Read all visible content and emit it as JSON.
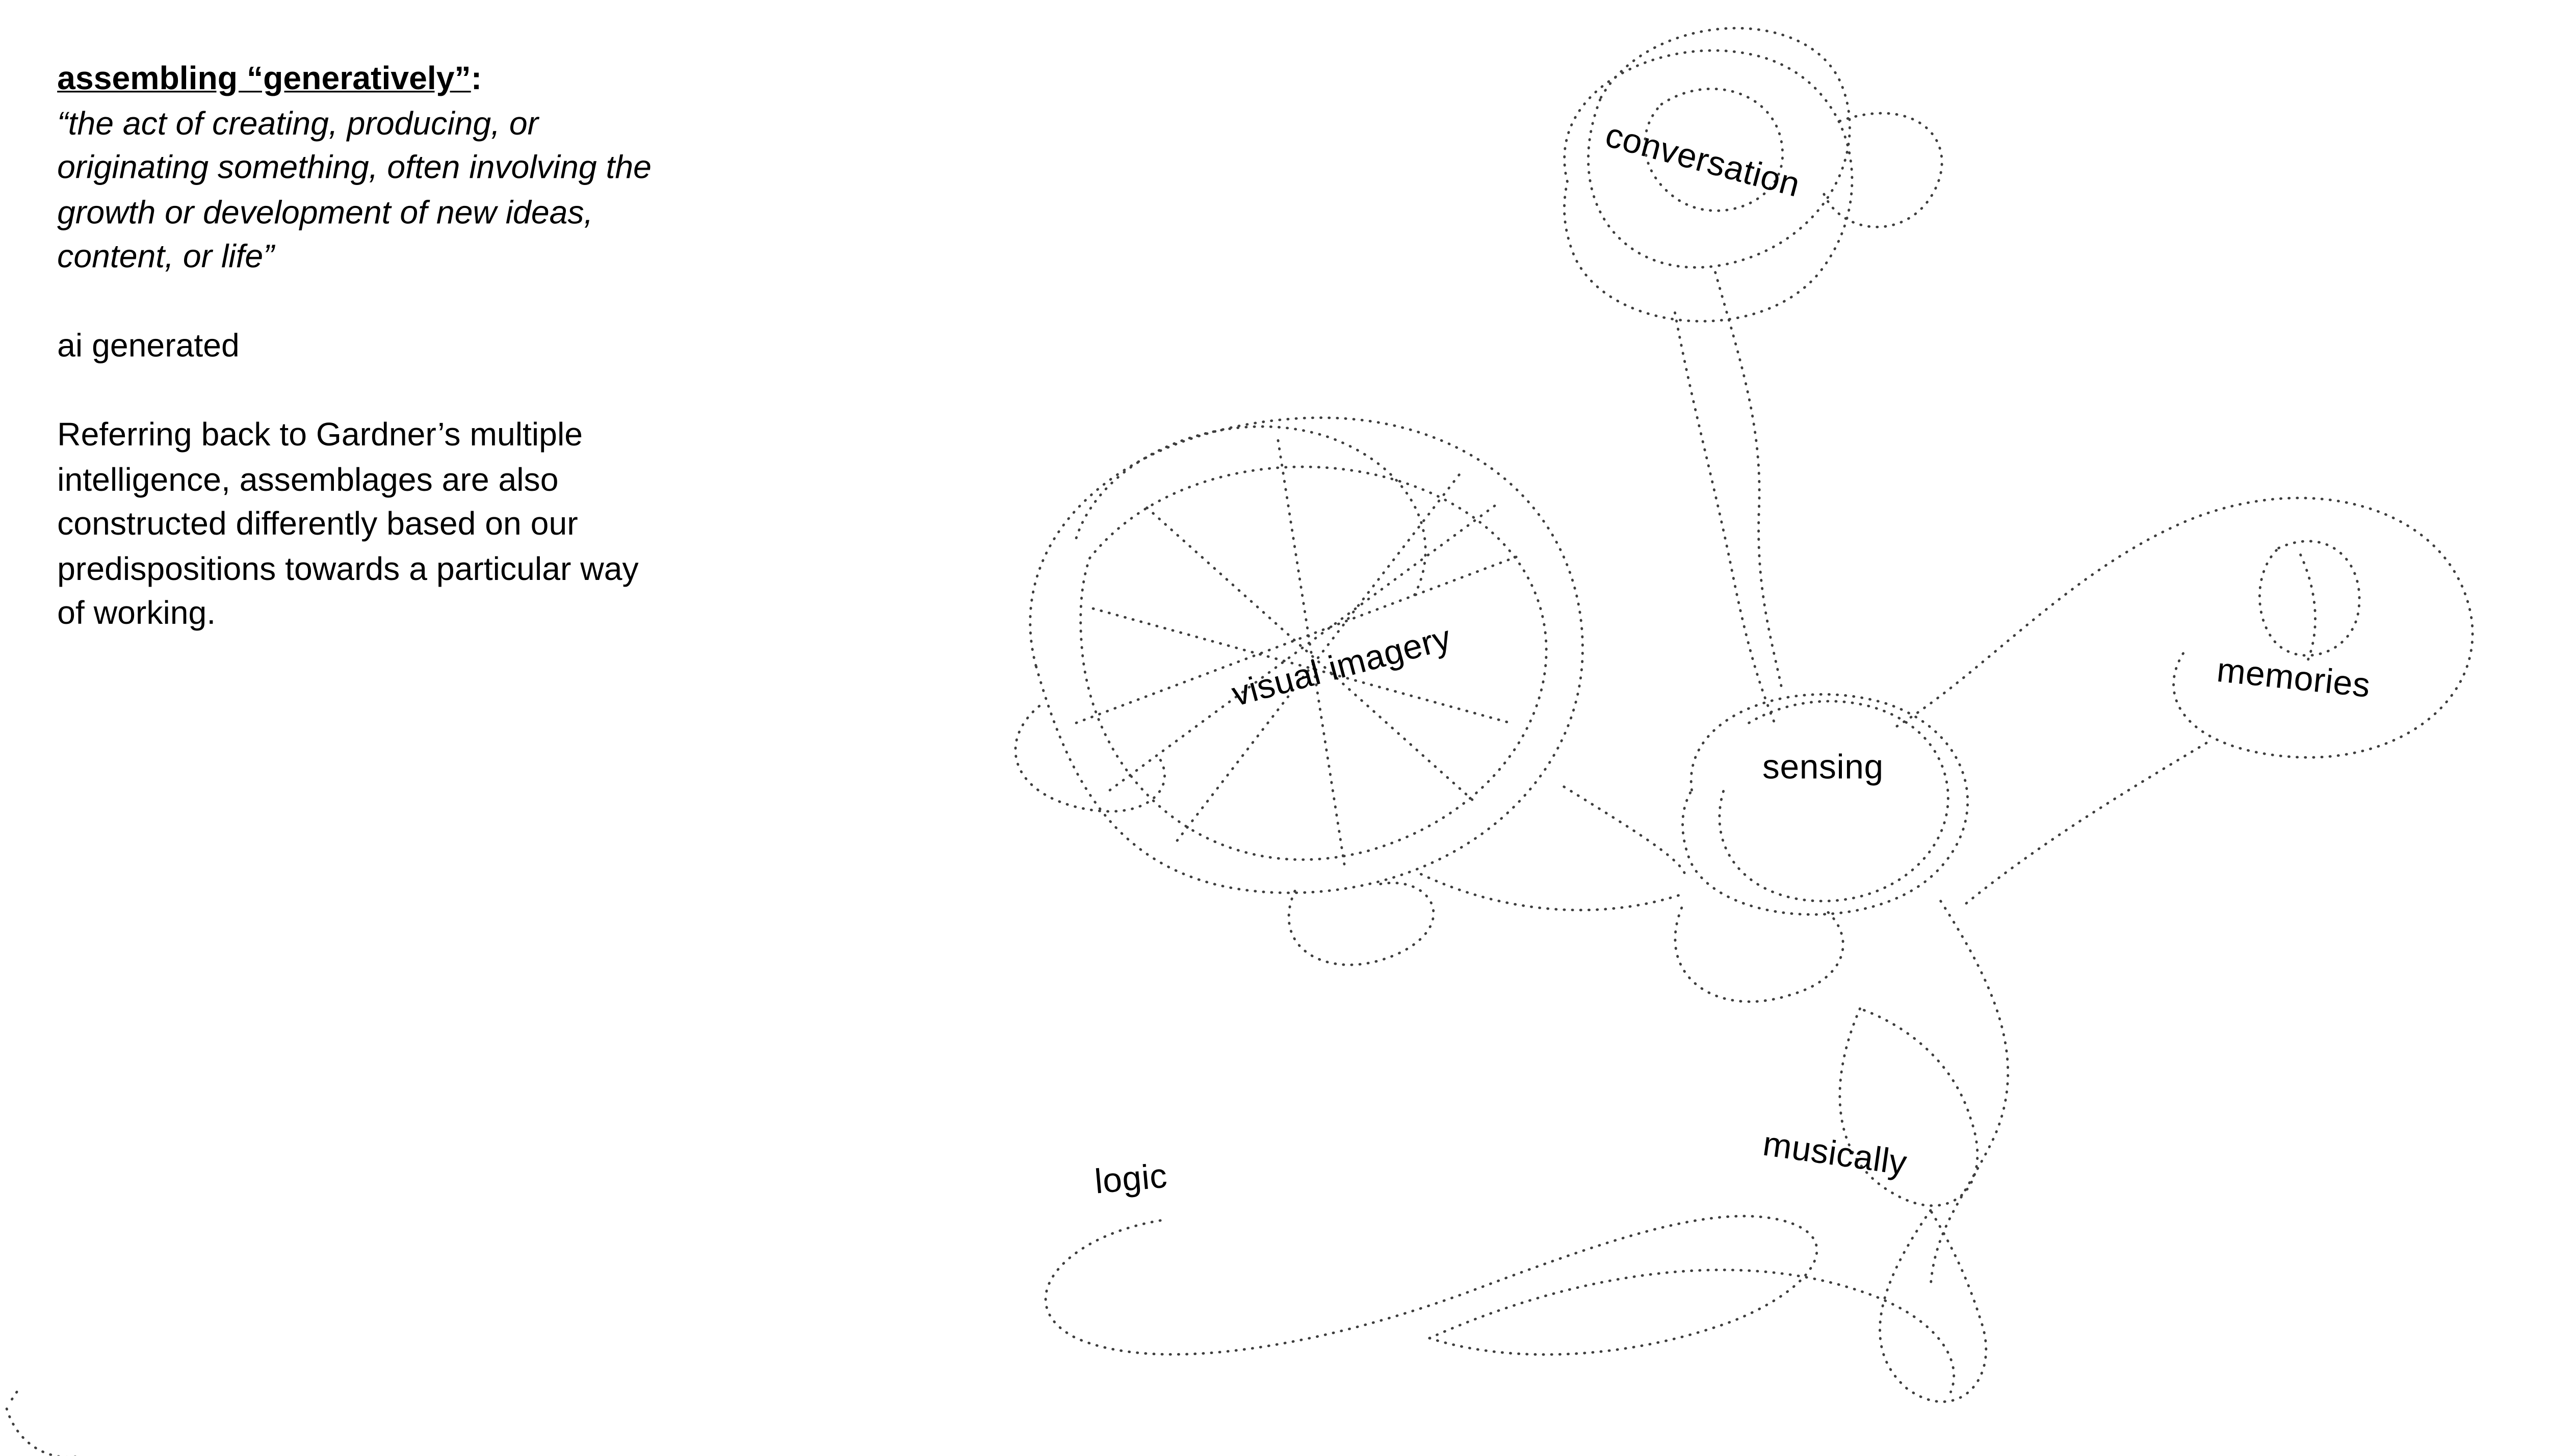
{
  "page": {
    "background": "#ffffff",
    "sketch_stroke_color": "#3d3d3d",
    "text_color": "#000000"
  },
  "intro": {
    "title": "assembling “generatively”",
    "title_colon": ":",
    "quote_lines": [
      "“the act of creating, producing, or",
      "originating something, often involving the",
      "growth or development of new ideas,",
      "content, or life”"
    ],
    "ai_generated": "ai generated",
    "paragraph_lines": [
      "Referring back to Gardner’s multiple",
      "intelligence, assemblages are also",
      "constructed differently based on our",
      "predispositions towards a particular way",
      "of working."
    ]
  },
  "doodle": {
    "labels": [
      {
        "text": "conversation"
      },
      {
        "text": "visual imagery"
      },
      {
        "text": "memories"
      },
      {
        "text": "sensing"
      },
      {
        "text": "musically"
      },
      {
        "text": "logic"
      }
    ]
  }
}
